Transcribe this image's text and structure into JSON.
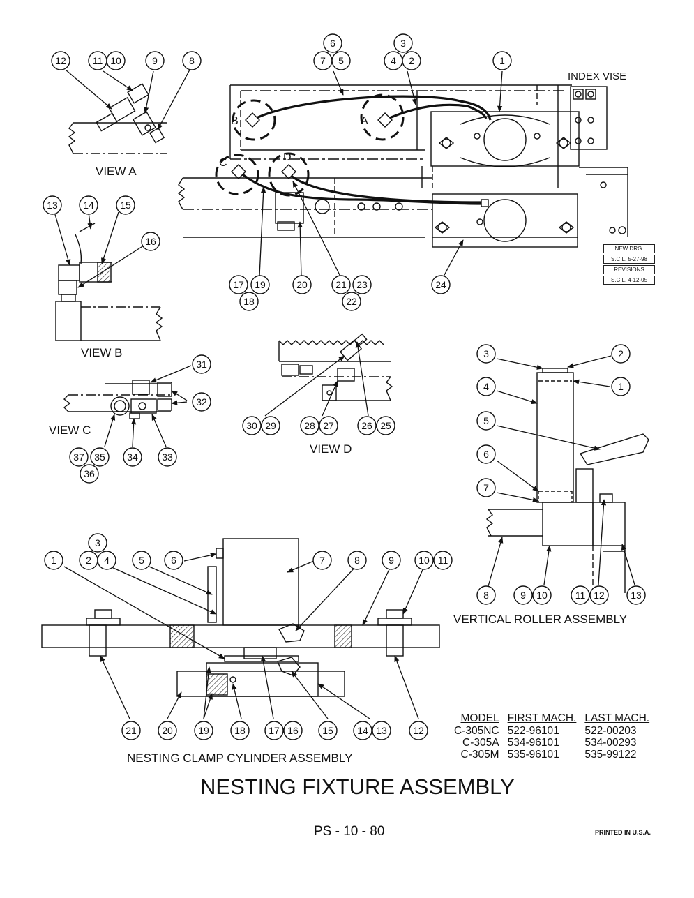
{
  "title": "NESTING FIXTURE ASSEMBLY",
  "page_number": "PS - 10 - 80",
  "printed": "PRINTED IN U.S.A.",
  "labels": {
    "index_vise": "INDEX VISE",
    "view_a": "VIEW A",
    "view_b": "VIEW B",
    "view_c": "VIEW C",
    "view_d": "VIEW D",
    "vertical_roller": "VERTICAL ROLLER ASSEMBLY",
    "nesting_clamp": "NESTING CLAMP CYLINDER ASSEMBLY"
  },
  "detail_letters": [
    "A",
    "B",
    "C",
    "D"
  ],
  "revision_block": [
    "NEW DRG.",
    "S.C.L. 5-27-98",
    "REVISIONS",
    "S.C.L. 4-12-05"
  ],
  "model_table": {
    "headers": [
      "MODEL",
      "FIRST MACH.",
      "LAST MACH."
    ],
    "rows": [
      [
        "C-305NC",
        "522-96101",
        "522-00203"
      ],
      [
        "C-305A",
        "534-96101",
        "534-00293"
      ],
      [
        "C-305M",
        "535-96101",
        "535-99122"
      ]
    ]
  },
  "balloons": {
    "view_a": [
      "12",
      "11",
      "10",
      "9",
      "8"
    ],
    "index_vise": [
      "6",
      "7",
      "5",
      "3",
      "4",
      "2",
      "1"
    ],
    "view_b": [
      "13",
      "14",
      "15",
      "16"
    ],
    "lower_vise": [
      "17",
      "19",
      "18",
      "20",
      "21",
      "23",
      "22",
      "24"
    ],
    "view_c": [
      "31",
      "32",
      "35",
      "34",
      "33",
      "37",
      "36"
    ],
    "view_d": [
      "30",
      "29",
      "28",
      "27",
      "26",
      "25"
    ],
    "vertical_roller": [
      "3",
      "2",
      "1",
      "4",
      "5",
      "6",
      "7",
      "8",
      "9",
      "10",
      "11",
      "12",
      "13"
    ],
    "nesting_clamp_top": [
      "1",
      "3",
      "2",
      "4",
      "5",
      "6",
      "7",
      "8",
      "9",
      "10",
      "11"
    ],
    "nesting_clamp_bottom": [
      "21",
      "20",
      "19",
      "18",
      "17",
      "16",
      "15",
      "14",
      "13",
      "12"
    ]
  }
}
